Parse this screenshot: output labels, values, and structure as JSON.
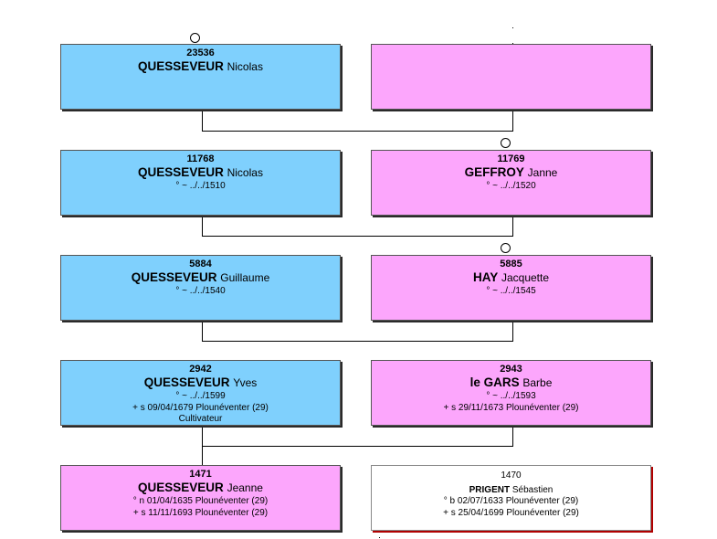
{
  "people": {
    "p23536": {
      "num": "23536",
      "surname": "QUESSEVEUR",
      "given": "Nicolas",
      "details": []
    },
    "p23537": {
      "num": "",
      "surname": "",
      "given": "",
      "details": []
    },
    "p11768": {
      "num": "11768",
      "surname": "QUESSEVEUR",
      "given": "Nicolas",
      "details": [
        "° ~ ../../1510"
      ]
    },
    "p11769": {
      "num": "11769",
      "surname": "GEFFROY",
      "given": "Janne",
      "details": [
        "° ~ ../../1520"
      ]
    },
    "p5884": {
      "num": "5884",
      "surname": "QUESSEVEUR",
      "given": "Guillaume",
      "details": [
        "° ~ ../../1540"
      ]
    },
    "p5885": {
      "num": "5885",
      "surname": "HAY",
      "given": "Jacquette",
      "details": [
        "° ~ ../../1545"
      ]
    },
    "p2942": {
      "num": "2942",
      "surname": "QUESSEVEUR",
      "given": "Yves",
      "details": [
        "° ~ ../../1599",
        "+ s 09/04/1679 Plounéventer (29)",
        "Cultivateur"
      ]
    },
    "p2943": {
      "num": "2943",
      "surname": "le GARS",
      "given": "Barbe",
      "details": [
        "° ~ ../../1593",
        "+ s 29/11/1673 Plounéventer (29)"
      ]
    },
    "p1471": {
      "num": "1471",
      "surname": "QUESSEVEUR",
      "given": "Jeanne",
      "details": [
        "° n 01/04/1635 Plounéventer (29)",
        "+ s 11/11/1693 Plounéventer (29)"
      ]
    },
    "p1470": {
      "num": "1470",
      "surname": "PRIGENT",
      "given": "Sébastien",
      "details": [
        "° b 02/07/1633 Plounéventer (29)",
        "+ s 25/04/1699 Plounéventer (29)"
      ]
    }
  }
}
